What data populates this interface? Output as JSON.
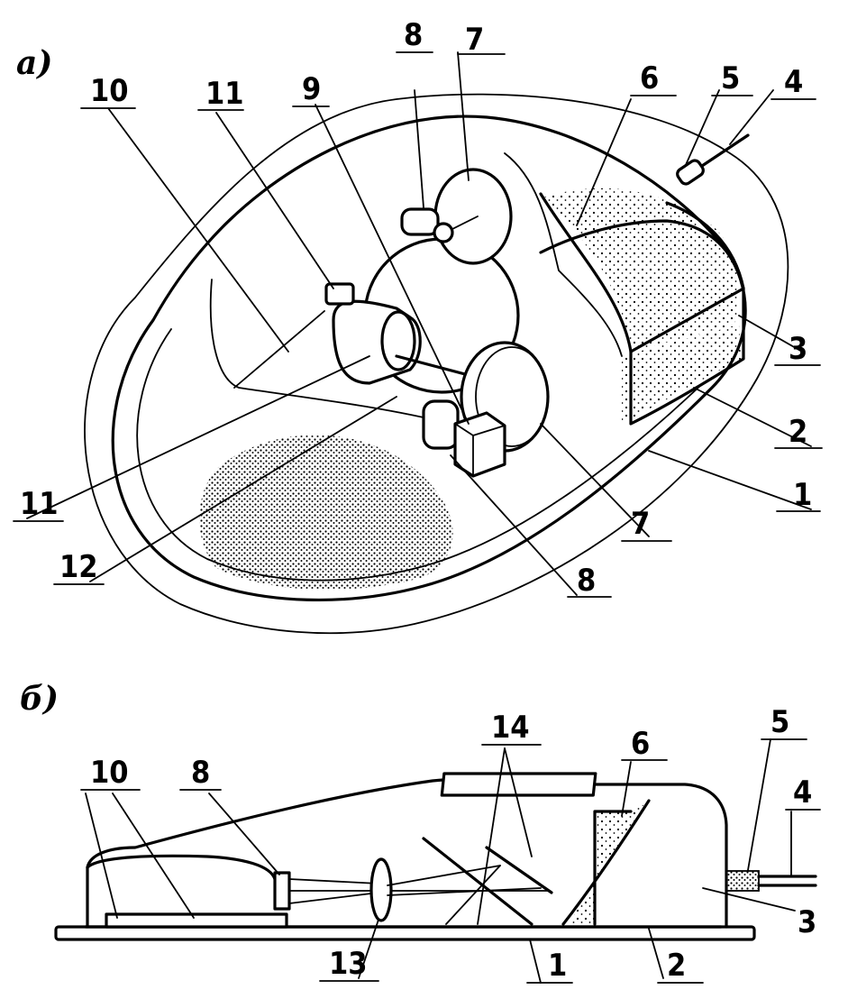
{
  "panels": {
    "a": {
      "label": "а)"
    },
    "b": {
      "label": "б)"
    }
  },
  "callouts_a": [
    "1",
    "2",
    "3",
    "4",
    "5",
    "6",
    "7",
    "7",
    "8",
    "8",
    "9",
    "10",
    "11",
    "11",
    "12"
  ],
  "callouts_b": [
    "1",
    "2",
    "3",
    "4",
    "5",
    "6",
    "8",
    "10",
    "13",
    "14"
  ]
}
